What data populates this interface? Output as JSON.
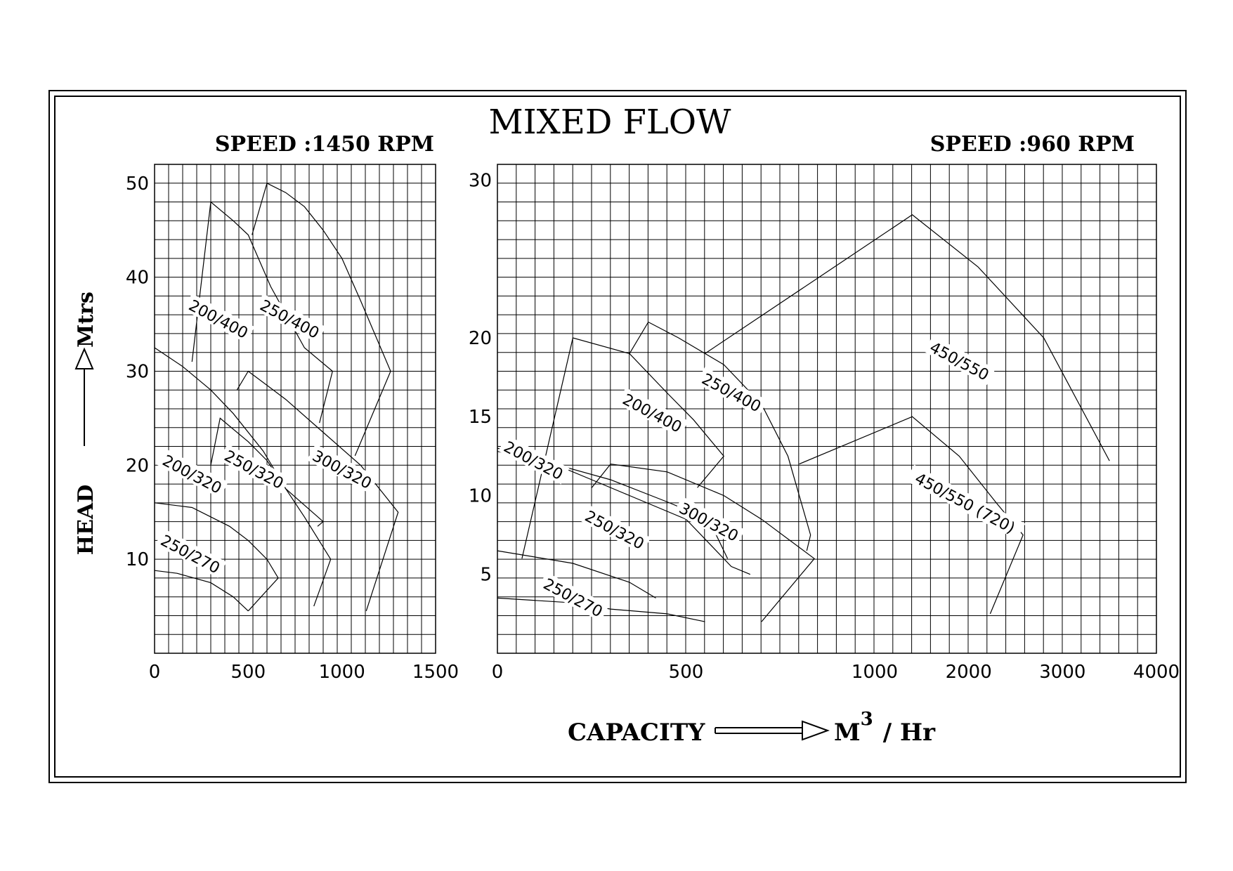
{
  "title": "MIXED FLOW",
  "y_axis_label": "HEAD",
  "y_axis_unit": "Mtrs",
  "x_axis_label": "CAPACITY",
  "x_axis_unit_prefix": "M",
  "x_axis_unit_exponent": "3",
  "x_axis_unit_suffix": "/ Hr",
  "chart_data": [
    {
      "type": "line",
      "speed_label": "SPEED :1450 RPM",
      "xlim": [
        0,
        1500
      ],
      "ylim": [
        0,
        52
      ],
      "x_ticks": [
        {
          "v": 0,
          "label": "0"
        },
        {
          "v": 500,
          "label": "500"
        },
        {
          "v": 1000,
          "label": "1000"
        },
        {
          "v": 1500,
          "label": "1500"
        }
      ],
      "y_ticks": [
        {
          "v": 10,
          "label": "10"
        },
        {
          "v": 20,
          "label": "20"
        },
        {
          "v": 30,
          "label": "30"
        },
        {
          "v": 40,
          "label": "40"
        },
        {
          "v": 50,
          "label": "50"
        }
      ],
      "grid": true,
      "series": [
        {
          "name": "200/400",
          "x": [
            200,
            300,
            420,
            500,
            620,
            800,
            950,
            880
          ],
          "y": [
            31,
            48,
            46,
            44.5,
            39,
            32.5,
            30,
            24.5
          ],
          "label": {
            "x": 340,
            "y": 35.5,
            "angle": 28
          }
        },
        {
          "name": "250/400",
          "x": [
            520,
            600,
            700,
            800,
            900,
            1000,
            1100,
            1260,
            1070
          ],
          "y": [
            44.5,
            50,
            49,
            47.5,
            45,
            42,
            37.5,
            30,
            21
          ],
          "label": {
            "x": 720,
            "y": 35.5,
            "angle": 28
          }
        },
        {
          "name": "200/320",
          "x": [
            0,
            150,
            300,
            420,
            580,
            700,
            900,
            870
          ],
          "y": [
            32.5,
            30.5,
            28,
            25.5,
            21.5,
            17.5,
            14,
            13.5
          ],
          "label": {
            "x": 200,
            "y": 19,
            "angle": 28
          }
        },
        {
          "name": "250/320",
          "x": [
            300,
            350,
            500,
            600,
            700,
            800,
            940,
            850
          ],
          "y": [
            20,
            25,
            22.5,
            20.5,
            17.5,
            14.5,
            10,
            5
          ],
          "label": {
            "x": 530,
            "y": 19.5,
            "angle": 28
          }
        },
        {
          "name": "300/320",
          "x": [
            440,
            500,
            700,
            900,
            1100,
            1300,
            1130
          ],
          "y": [
            28,
            30,
            27,
            23.5,
            20,
            15,
            4.5
          ],
          "label": {
            "x": 1000,
            "y": 19.5,
            "angle": 28
          }
        },
        {
          "name": "250/270",
          "x": [
            0,
            200,
            400,
            500,
            600,
            660,
            500
          ],
          "y": [
            16,
            15.5,
            13.5,
            12,
            10,
            8,
            4.5
          ],
          "label": {
            "x": 190,
            "y": 10.5,
            "angle": 28
          }
        },
        {
          "name": "250/270",
          "x": [
            0,
            120,
            300,
            420,
            500
          ],
          "y": [
            8.8,
            8.5,
            7.5,
            6,
            4.5
          ]
        }
      ]
    },
    {
      "type": "line",
      "speed_label": "SPEED :960 RPM",
      "xlim": [
        0,
        4000
      ],
      "ylim": [
        0,
        31
      ],
      "x_ticks": [
        {
          "v": 0,
          "label": "0"
        },
        {
          "v": 500,
          "label": "500"
        },
        {
          "v": 1000,
          "label": "1000"
        },
        {
          "v": 2000,
          "label": "2000"
        },
        {
          "v": 3000,
          "label": "3000"
        },
        {
          "v": 4000,
          "label": "4000"
        }
      ],
      "y_ticks": [
        {
          "v": 5,
          "label": "5"
        },
        {
          "v": 10,
          "label": "10"
        },
        {
          "v": 15,
          "label": "15"
        },
        {
          "v": 20,
          "label": "20"
        },
        {
          "v": 30,
          "label": "30"
        }
      ],
      "grid": true,
      "series": [
        {
          "name": "200/400",
          "x": [
            65,
            200,
            350,
            450,
            520,
            600,
            530
          ],
          "y": [
            6,
            20,
            19,
            16.5,
            14.8,
            12.5,
            10.5
          ],
          "label": {
            "x": 410,
            "y": 15.2,
            "angle": 28
          }
        },
        {
          "name": "250/400",
          "x": [
            350,
            400,
            480,
            600,
            700,
            770,
            830,
            820
          ],
          "y": [
            19,
            21,
            20,
            18.3,
            15.8,
            12.5,
            7.5,
            6.5
          ],
          "label": {
            "x": 620,
            "y": 16.5,
            "angle": 28
          }
        },
        {
          "name": "450/550",
          "x": [
            550,
            1400,
            2100,
            2800,
            3500
          ],
          "y": [
            19,
            27.8,
            24.5,
            20,
            12.2
          ],
          "label": {
            "x": 1900,
            "y": 18.5,
            "angle": 28
          }
        },
        {
          "name": "200/320",
          "x": [
            0,
            150,
            300,
            450,
            560,
            610
          ],
          "y": [
            13,
            12,
            11,
            9.6,
            8.5,
            6
          ],
          "label": {
            "x": 95,
            "y": 12.2,
            "angle": 28
          }
        },
        {
          "name": "250/320",
          "x": [
            0,
            150,
            250,
            350,
            500,
            620,
            670
          ],
          "y": [
            12.8,
            12,
            11,
            10,
            8.5,
            5.5,
            5
          ],
          "label": {
            "x": 310,
            "y": 7.8,
            "angle": 28
          }
        },
        {
          "name": "300/320",
          "x": [
            250,
            300,
            450,
            600,
            700,
            840,
            700
          ],
          "y": [
            10.5,
            12,
            11.5,
            10,
            8.5,
            6,
            2
          ],
          "label": {
            "x": 560,
            "y": 8.3,
            "angle": 28
          }
        },
        {
          "name": "450/550 (720)",
          "x": [
            800,
            1400,
            1900,
            2300,
            2580,
            2230
          ],
          "y": [
            12,
            15,
            12.5,
            9.5,
            7.5,
            2.5
          ],
          "label": {
            "x": 1960,
            "y": 9.5,
            "angle": 28
          }
        },
        {
          "name": "250/270",
          "x": [
            0,
            200,
            350,
            420
          ],
          "y": [
            6.5,
            5.7,
            4.5,
            3.5
          ],
          "label": {
            "x": 200,
            "y": 3.5,
            "angle": 28
          }
        },
        {
          "name": "250/270",
          "x": [
            0,
            200,
            300,
            450,
            550
          ],
          "y": [
            3.5,
            3.2,
            2.8,
            2.5,
            2
          ]
        }
      ]
    }
  ]
}
